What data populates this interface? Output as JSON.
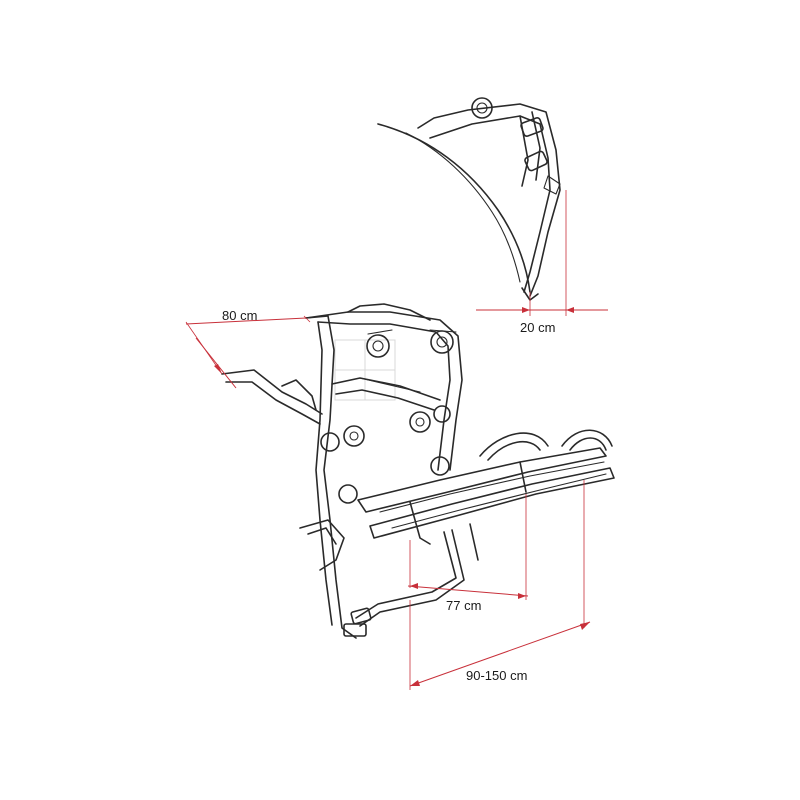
{
  "diagram": {
    "colors": {
      "dimension": "#c8303a",
      "line_art": "#2a2a2a",
      "background": "#ffffff"
    },
    "dimensions": {
      "width_top": "80 cm",
      "offset_side": "20 cm",
      "platform_length": "77 cm",
      "span": "90-150 cm"
    }
  }
}
